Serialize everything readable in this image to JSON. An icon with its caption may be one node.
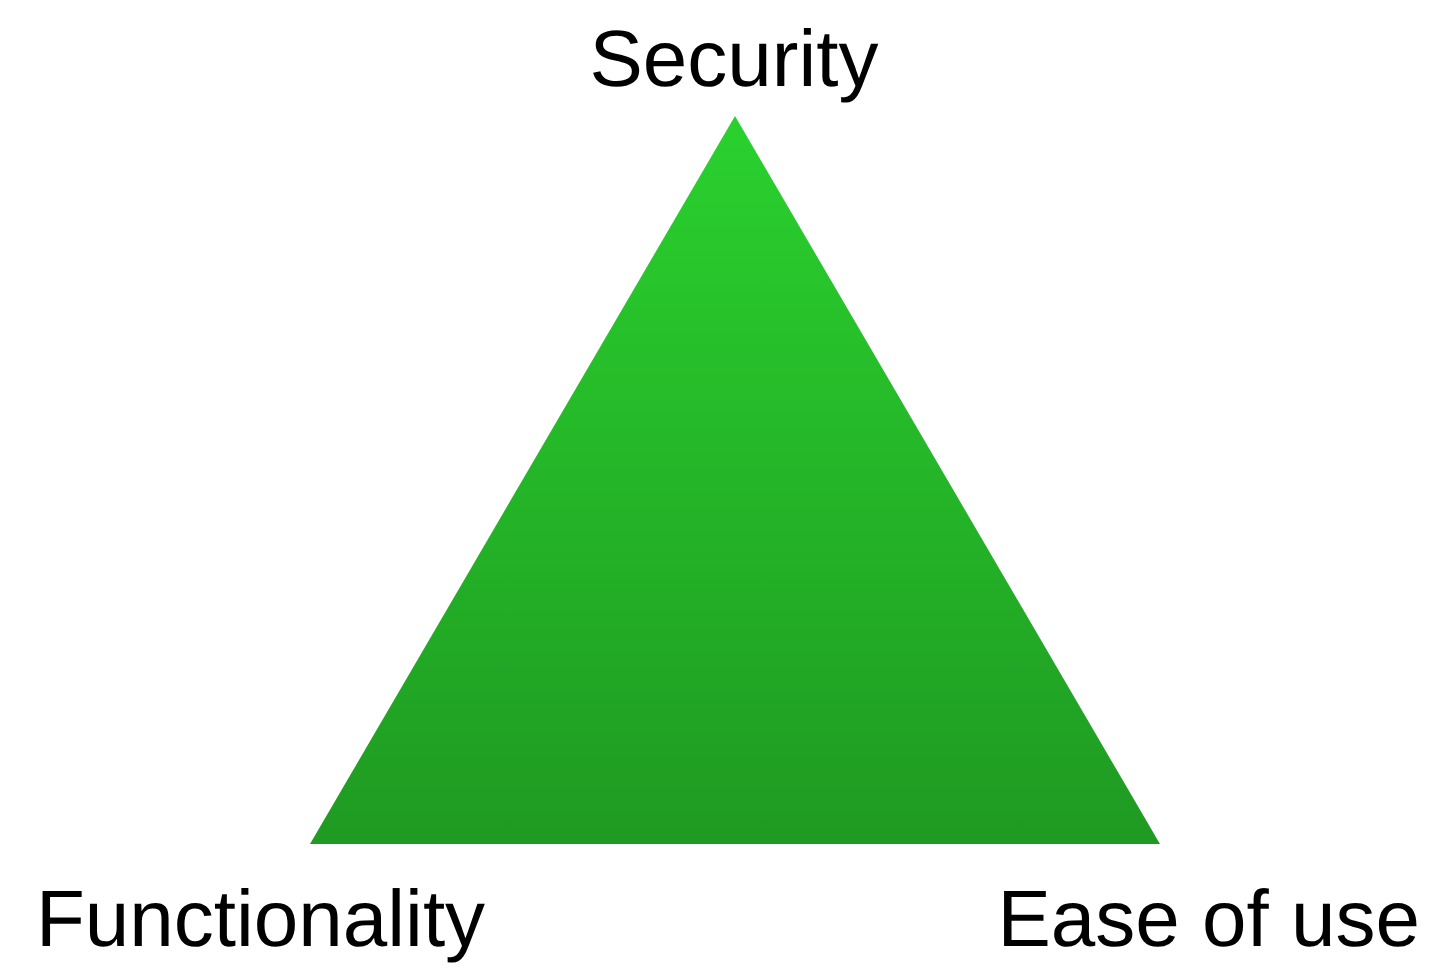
{
  "diagram": {
    "nodes": [
      {
        "text": [],
        "shape": "triangle"
      }
    ],
    "labels": [
      "Security",
      "Functionality",
      "Ease of use"
    ]
  }
}
